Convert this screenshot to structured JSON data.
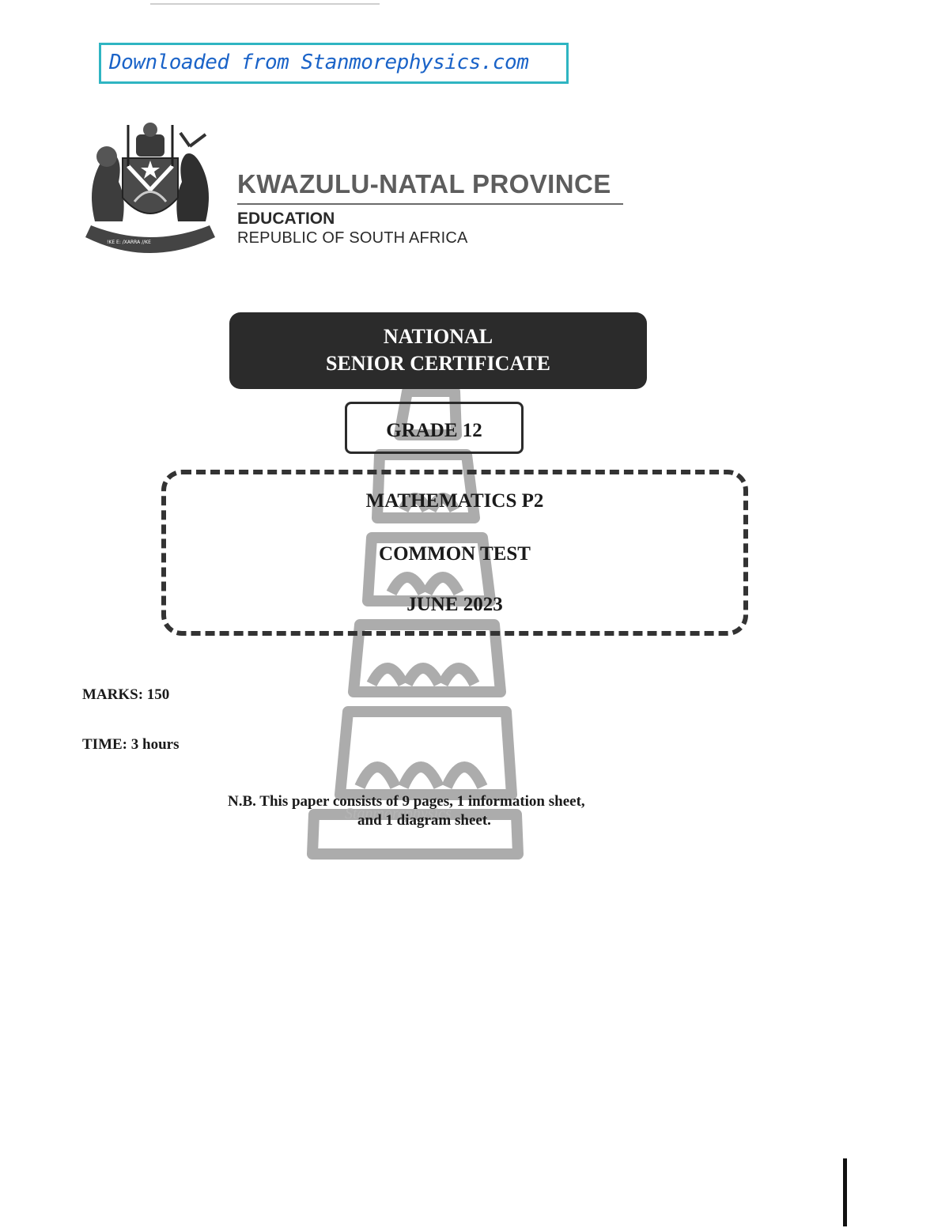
{
  "banner": {
    "text": "Downloaded from Stanmorephysics.com",
    "border_color": "#2fb5c2",
    "text_color": "#1a63c8"
  },
  "header": {
    "crest_icon": "south-africa-coat-of-arms-icon",
    "province": "KWAZULU-NATAL PROVINCE",
    "department": "EDUCATION",
    "country": "REPUBLIC OF SOUTH AFRICA"
  },
  "certificate": {
    "line1": "NATIONAL",
    "line2": "SENIOR CERTIFICATE"
  },
  "grade": "GRADE 12",
  "paper": {
    "subject": "MATHEMATICS P2",
    "type": "COMMON TEST",
    "date": "JUNE 2023"
  },
  "details": {
    "marks": "MARKS:  150",
    "time": "TIME:  3 hours"
  },
  "note": {
    "line1": "N.B.  This paper consists of  9 pages, 1 information sheet,",
    "line2": "and 1 diagram sheet."
  },
  "watermark": {
    "icon": "leaning-tower-icon",
    "text": "Stanmorephysics"
  }
}
